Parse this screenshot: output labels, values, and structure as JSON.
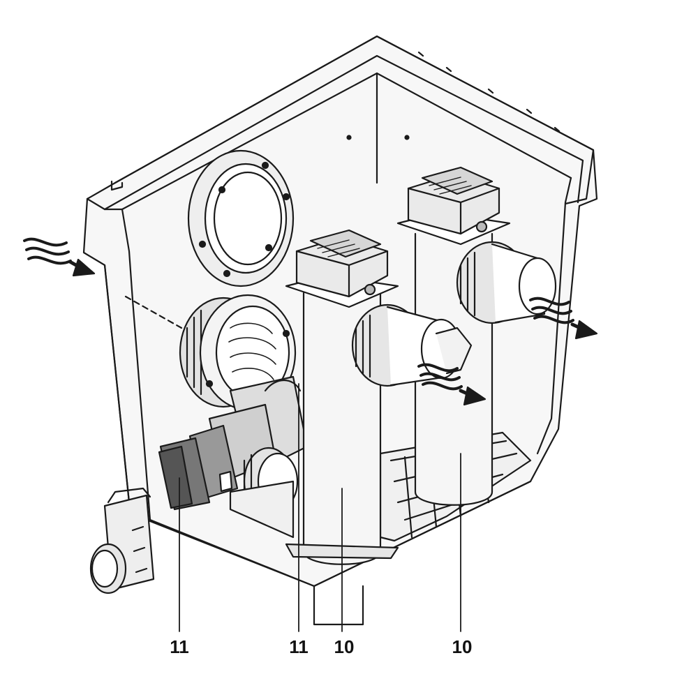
{
  "callouts": [
    {
      "label": "11"
    },
    {
      "label": "11"
    },
    {
      "label": "10"
    },
    {
      "label": "10"
    }
  ],
  "colors": {
    "line": "#1a1a1a",
    "fill_light": "#f2f2f2",
    "fill_mid": "#dcdcdc",
    "fill_dark": "#8a8a8a",
    "background": "#ffffff"
  }
}
